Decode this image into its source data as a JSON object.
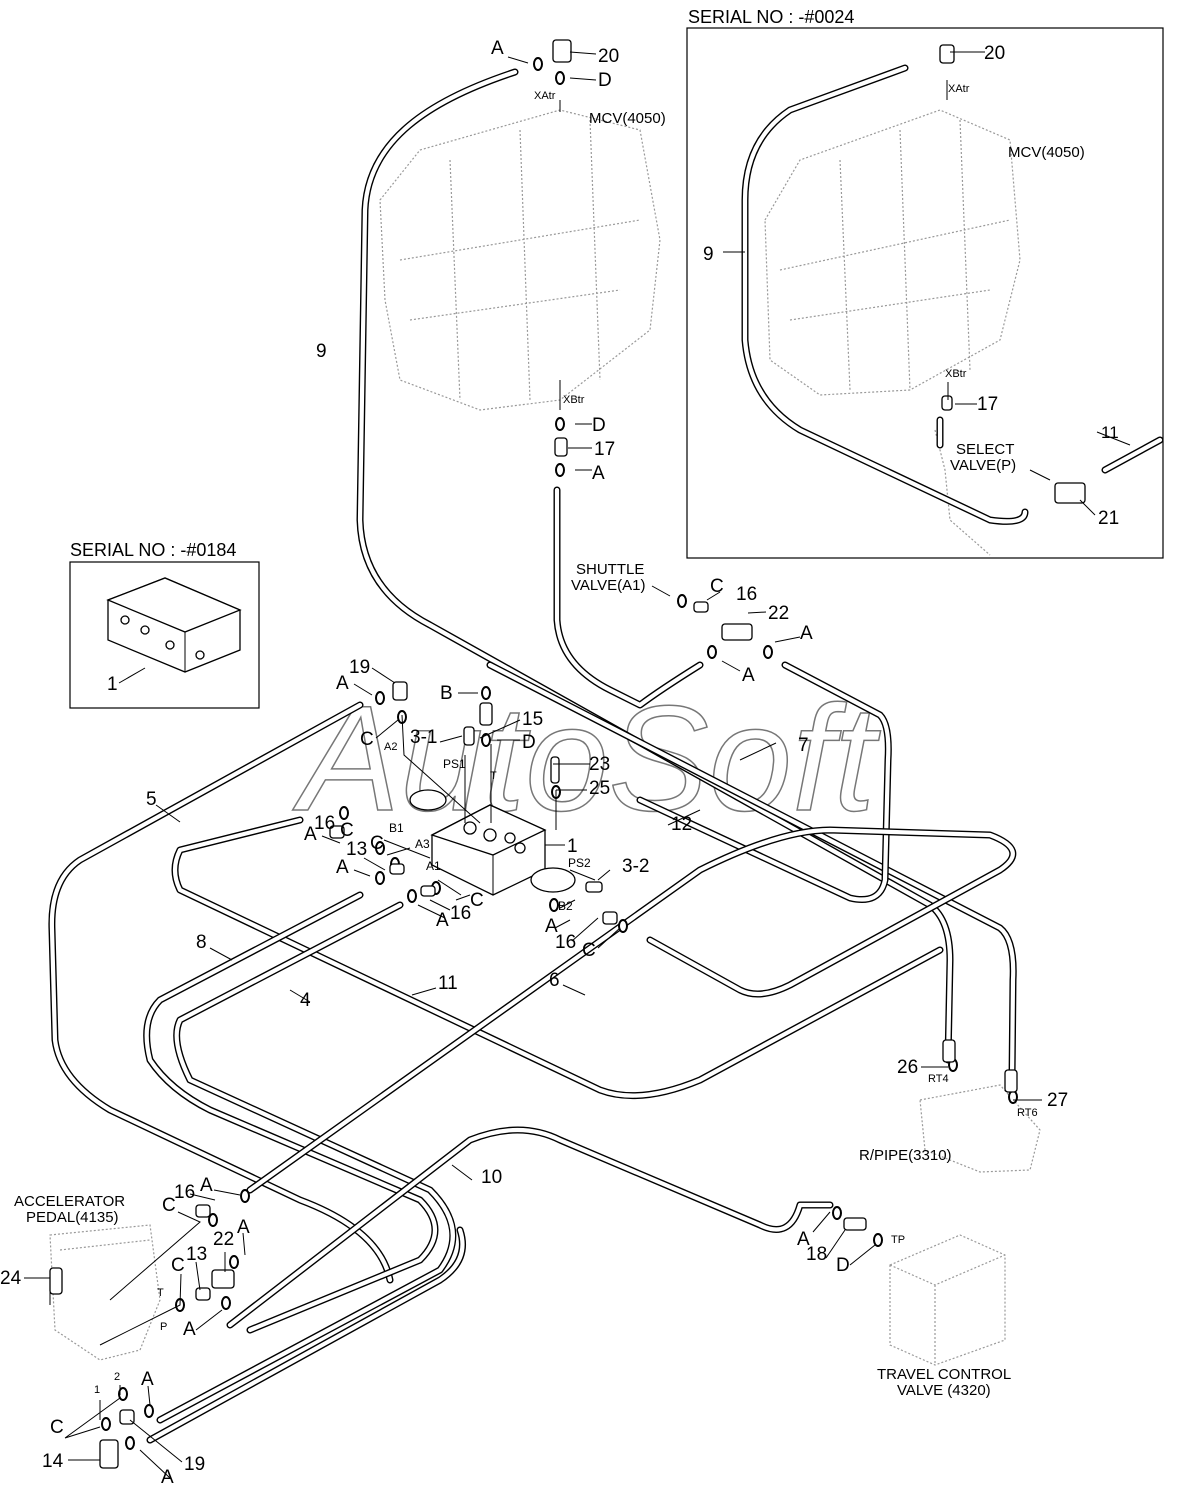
{
  "watermark": "AutoSoft",
  "accent_color": "#4a5ee8",
  "inset_top": {
    "title": "SERIAL NO : -#0024"
  },
  "inset_left": {
    "title": "SERIAL NO : -#0184"
  },
  "labels": [
    "20",
    "XAtr",
    "MCV(4050)",
    "9",
    "XBtr",
    "17",
    "11",
    "SELECT",
    "VALVE(P)",
    "21",
    "1",
    "A",
    "20",
    "D",
    "XAtr",
    "MCV(4050)",
    "9",
    "XBtr",
    "D",
    "17",
    "A",
    "SHUTTLE",
    "VALVE(A1)",
    "C",
    "16",
    "22",
    "A",
    "A",
    "19",
    "A",
    "B",
    "15",
    "3-1",
    "C",
    "A2",
    "D",
    "7",
    "PS1",
    "23",
    "T",
    "5",
    "25",
    "12",
    "A",
    "16",
    "C",
    "B1",
    "C",
    "A3",
    "1",
    "13",
    "PS2",
    "3-2",
    "A",
    "A1",
    "C",
    "16",
    "A",
    "B2",
    "A",
    "16",
    "C",
    "8",
    "4",
    "11",
    "6",
    "26",
    "RT4",
    "27",
    "RT6",
    "R/PIPE(3310)",
    "10",
    "A",
    "16",
    "ACCELERATOR",
    "PEDAL(4135)",
    "C",
    "A",
    "22",
    "24",
    "C",
    "13",
    "A",
    "T",
    "P",
    "A",
    "18",
    "D",
    "TP",
    "TRAVEL CONTROL",
    "VALVE (4320)",
    "A",
    "2",
    "1",
    "C",
    "14",
    "19",
    "A"
  ]
}
